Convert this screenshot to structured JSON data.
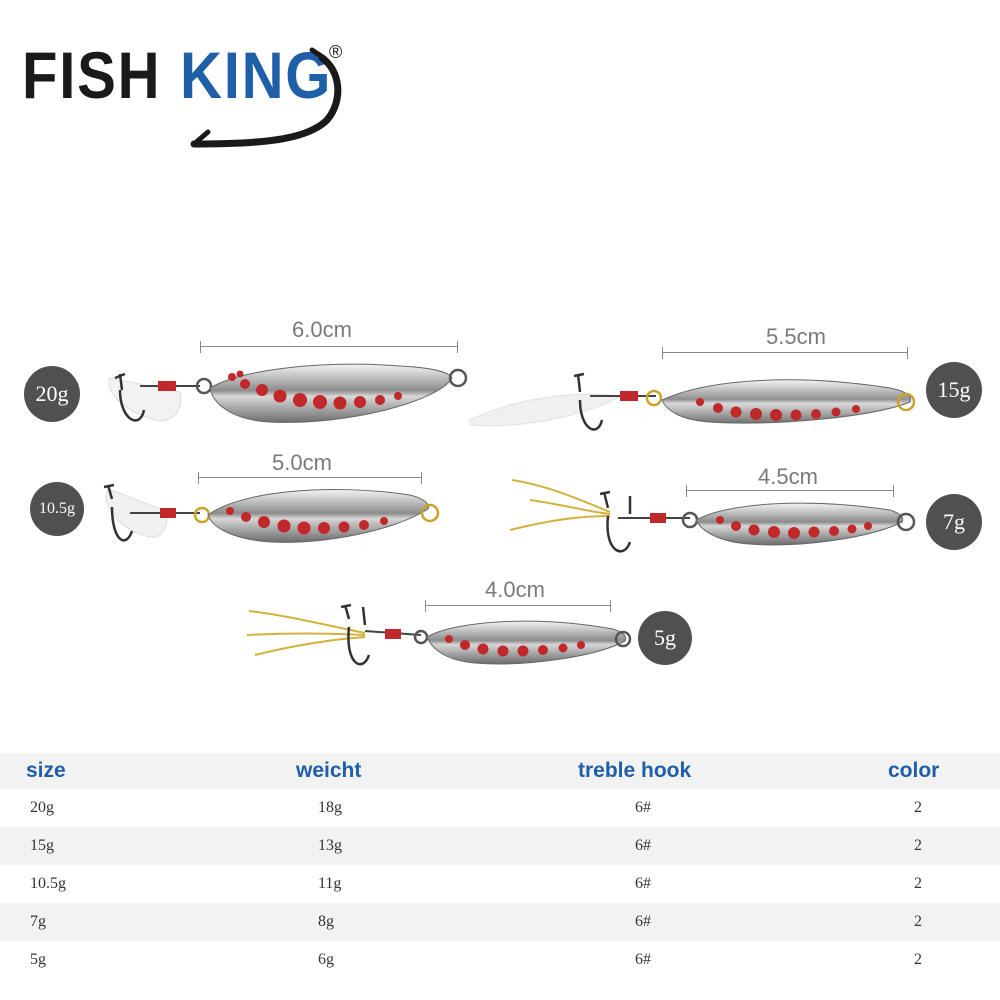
{
  "brand": {
    "word1": "FISH",
    "word2": "KING",
    "registered": "®",
    "colors": {
      "dark": "#1a1a1a",
      "blue": "#1f5fa8"
    }
  },
  "lures": [
    {
      "length": "6.0cm",
      "weight": "20g"
    },
    {
      "length": "5.5cm",
      "weight": "15g"
    },
    {
      "length": "5.0cm",
      "weight": "10.5g"
    },
    {
      "length": "4.5cm",
      "weight": "7g"
    },
    {
      "length": "4.0cm",
      "weight": "5g"
    }
  ],
  "table": {
    "headers": [
      "size",
      "weicht",
      "treble hook",
      "color"
    ],
    "rows": [
      [
        "20g",
        "18g",
        "6#",
        "2"
      ],
      [
        "15g",
        "13g",
        "6#",
        "2"
      ],
      [
        "10.5g",
        "11g",
        "6#",
        "2"
      ],
      [
        "7g",
        "8g",
        "6#",
        "2"
      ],
      [
        "5g",
        "6g",
        "6#",
        "2"
      ]
    ],
    "header_color": "#1f5fa8",
    "stripe_color": "#f2f2f2"
  }
}
